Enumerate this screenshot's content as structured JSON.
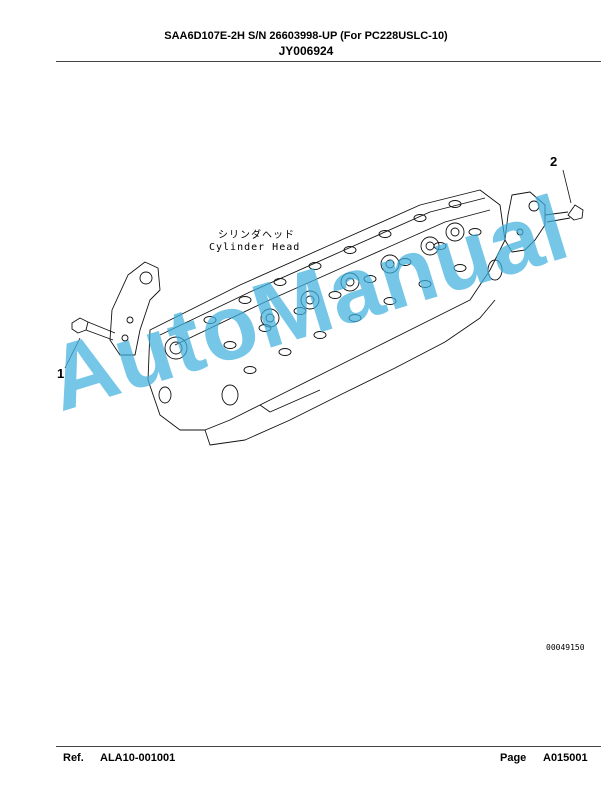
{
  "header": {
    "model_line": "SAA6D107E-2H S/N 26603998-UP (For PC228USLC-10)",
    "group_code": "JY006924"
  },
  "diagram": {
    "label_jp": "シリンダヘッド",
    "label_en": "Cylinder Head",
    "callouts": [
      "1",
      "2"
    ],
    "illustration_code": "00049150"
  },
  "watermark": {
    "text": "AutoManual",
    "color": "#40b0de"
  },
  "footer": {
    "ref_label": "Ref.",
    "ref_value": "ALA10-001001",
    "page_label": "Page",
    "page_value": "A015001"
  }
}
